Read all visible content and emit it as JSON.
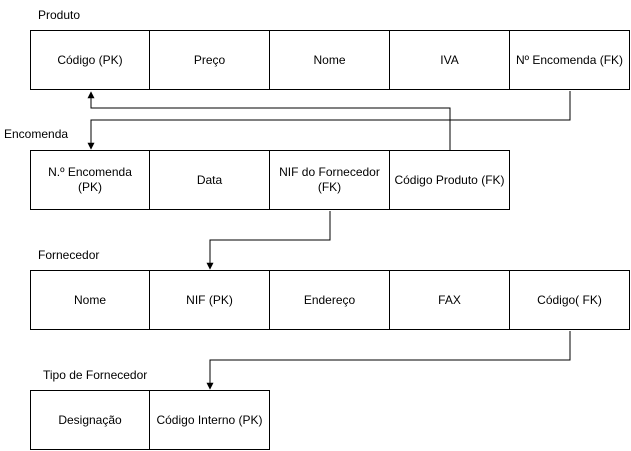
{
  "tables": [
    {
      "name": "Produto",
      "columns": [
        "Código (PK)",
        "Preço",
        "Nome",
        "IVA",
        "Nº Encomenda (FK)"
      ]
    },
    {
      "name": "Encomenda",
      "columns": [
        "N.º Encomenda (PK)",
        "Data",
        "NIF do Fornecedor (FK)",
        "Código Produto (FK)"
      ]
    },
    {
      "name": "Fornecedor",
      "columns": [
        "Nome",
        "NIF (PK)",
        "Endereço",
        "FAX",
        "Código( FK)"
      ]
    },
    {
      "name": "Tipo de Fornecedor",
      "columns": [
        "Designação",
        "Código Interno (PK)"
      ]
    }
  ],
  "relations": [
    {
      "from": "Produto.Nº Encomenda (FK)",
      "to": "Encomenda.N.º Encomenda (PK)"
    },
    {
      "from": "Encomenda.Código Produto (FK)",
      "to": "Produto.Código (PK)"
    },
    {
      "from": "Encomenda.NIF do Fornecedor (FK)",
      "to": "Fornecedor.NIF (PK)"
    },
    {
      "from": "Fornecedor.Código( FK)",
      "to": "Tipo de Fornecedor.Código Interno (PK)"
    }
  ]
}
